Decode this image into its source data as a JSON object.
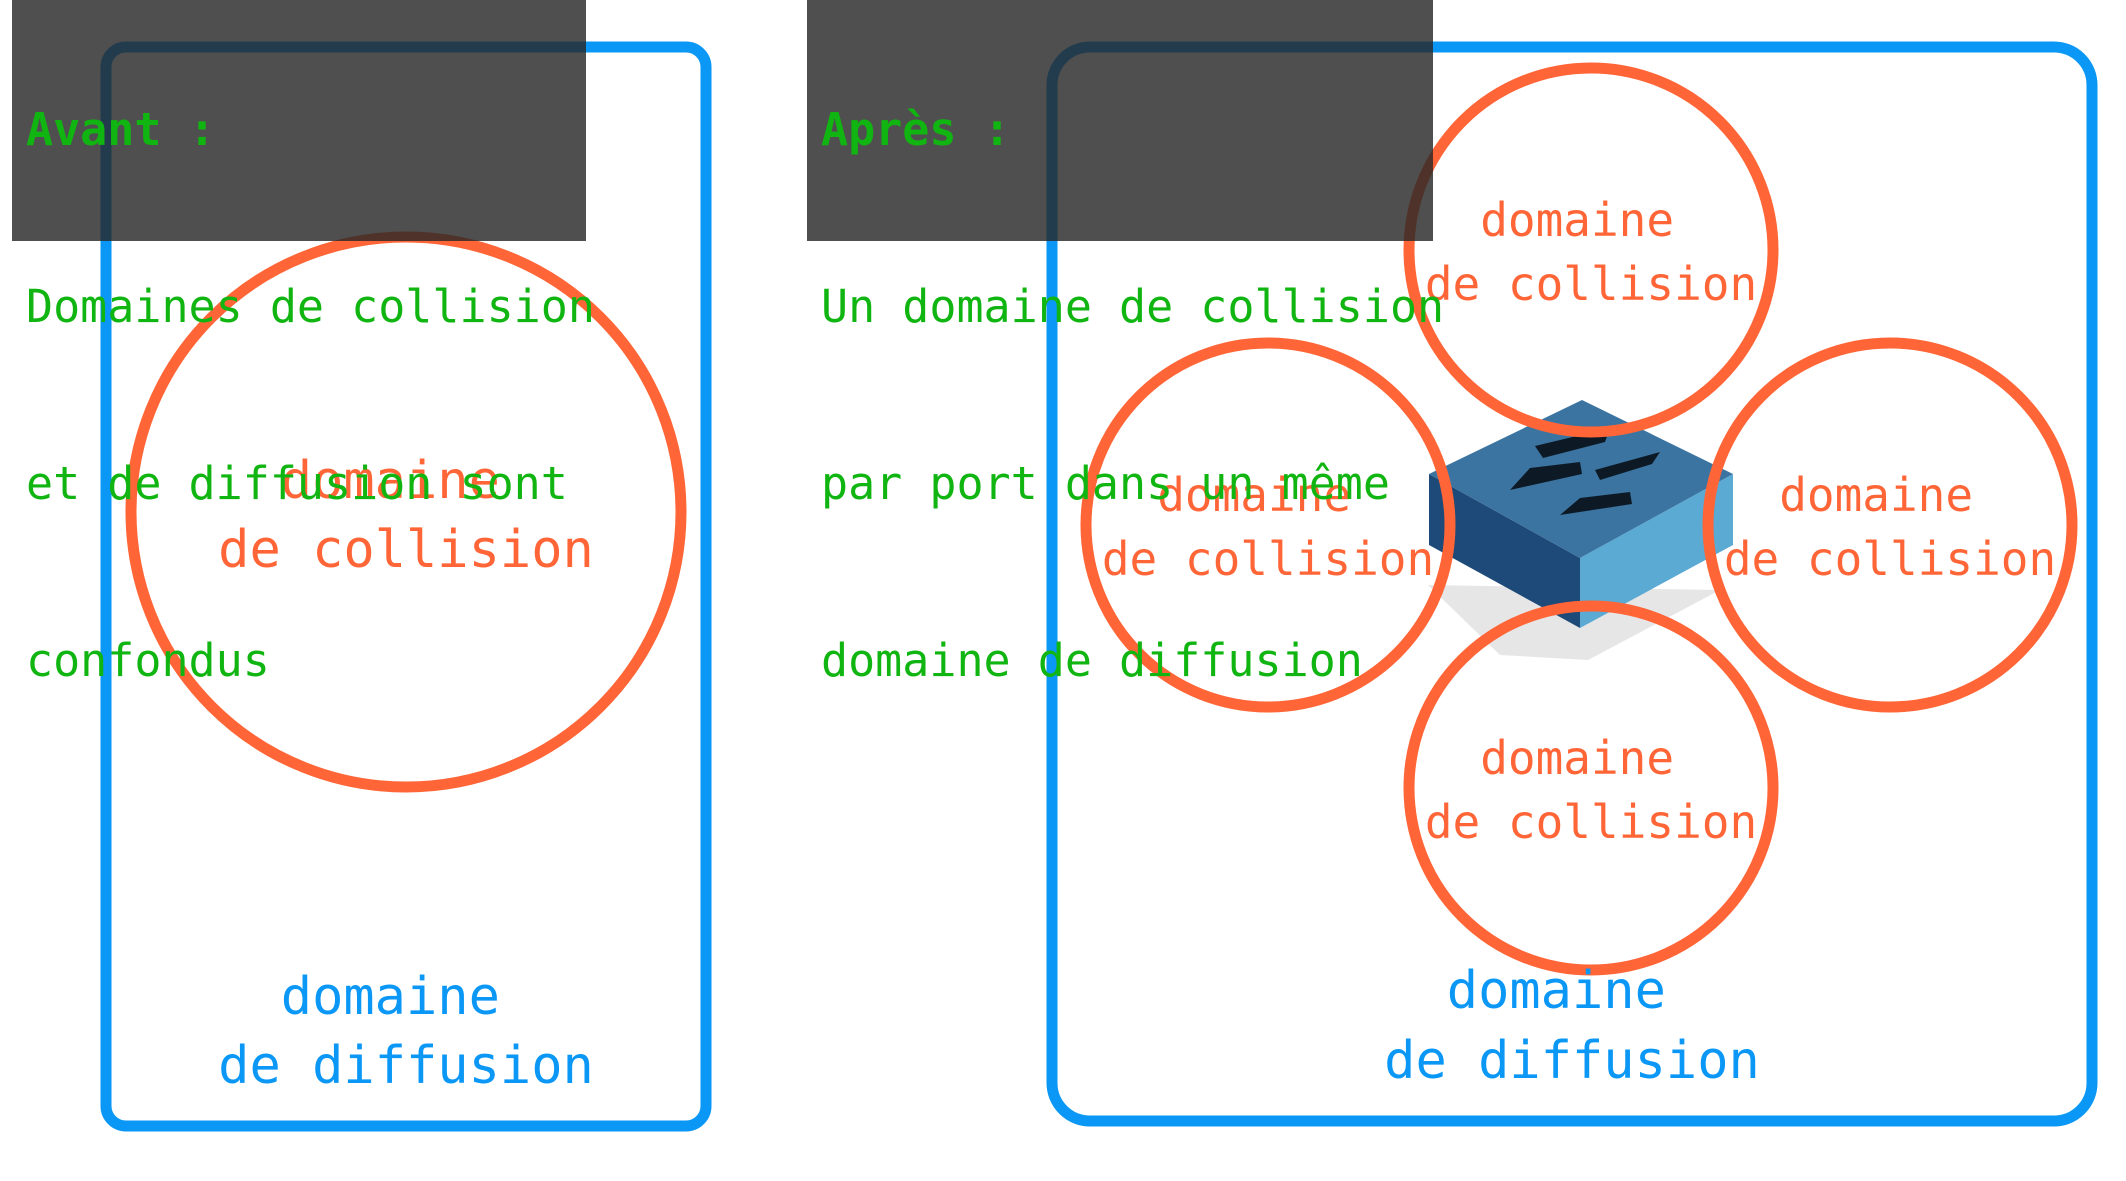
{
  "colors": {
    "broadcast": "#0a97f5",
    "collision": "#ff6536",
    "note_text": "#11b511",
    "note_bg": "#2f2f2f",
    "switch_top": "#3b74a0",
    "switch_left": "#1d4a78",
    "switch_right": "#5aaad4",
    "switch_arrows": "#0d1a26"
  },
  "before": {
    "heading": "Avant :",
    "lines": [
      "Domaines de collision",
      "et de diffusion sont",
      "confondus"
    ],
    "collision_domain": {
      "line1": "domaine",
      "line2": "de collision"
    },
    "broadcast_domain": {
      "line1": "domaine",
      "line2": "de diffusion"
    }
  },
  "after": {
    "heading": "Après :",
    "lines": [
      "Un domaine de collision",
      "par port dans un même",
      "domaine de diffusion"
    ],
    "collision_domains": [
      {
        "position": "top",
        "line1": "domaine",
        "line2": "de collision"
      },
      {
        "position": "left",
        "line1": "domaine",
        "line2": "de collision"
      },
      {
        "position": "right",
        "line1": "domaine",
        "line2": "de collision"
      },
      {
        "position": "bottom",
        "line1": "domaine",
        "line2": "de collision"
      }
    ],
    "broadcast_domain": {
      "line1": "domaine",
      "line2": "de diffusion"
    },
    "device_icon": "network-switch-icon"
  }
}
